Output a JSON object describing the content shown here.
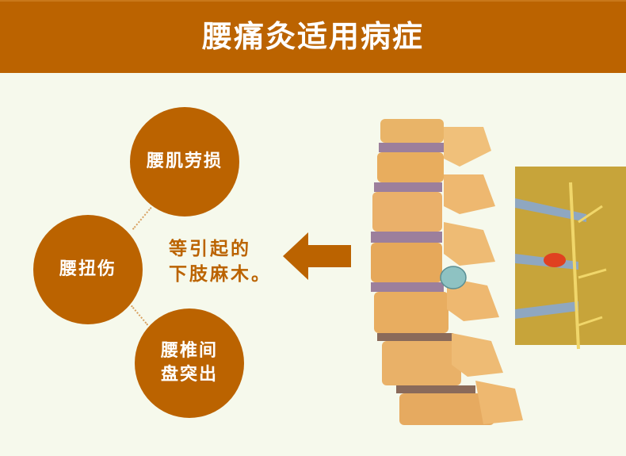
{
  "header": {
    "title": "腰痛灸适用病症"
  },
  "conditions": [
    {
      "label": "腰肌劳损"
    },
    {
      "label": "腰扭伤"
    },
    {
      "label_line1": "腰椎间",
      "label_line2": "盘突出"
    }
  ],
  "cause": {
    "line1": "等引起的",
    "line2": "下肢麻木。"
  },
  "colors": {
    "brand": "#bb6300",
    "background": "#f6f9ec",
    "text_on_brand": "#ffffff"
  },
  "illustration": {
    "icon": "lumbar-spine-illustration"
  }
}
